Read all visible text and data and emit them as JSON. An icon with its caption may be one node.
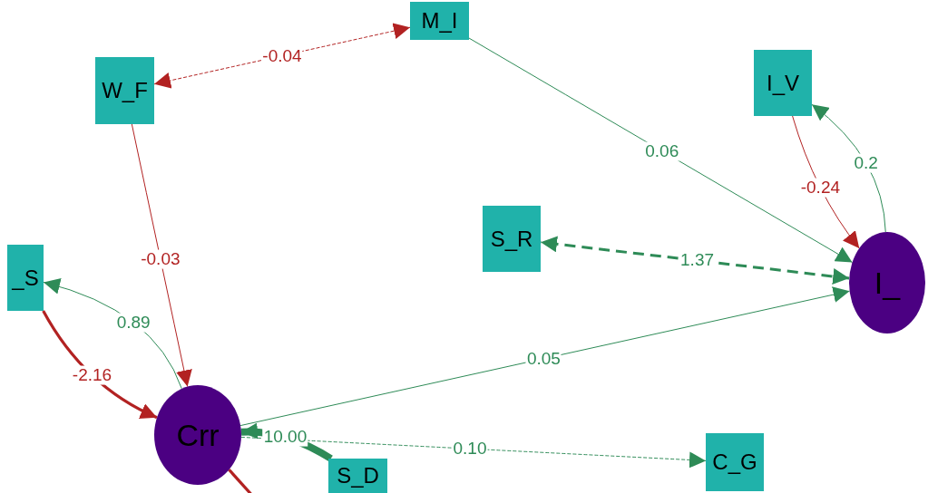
{
  "diagram": {
    "nodes": [
      {
        "text": [
          "M_I"
        ]
      },
      {
        "text": [
          "W_F"
        ]
      },
      {
        "text": [
          "I_V"
        ]
      },
      {
        "text": [
          "S_R"
        ]
      },
      {
        "text": [
          "_S"
        ]
      },
      {
        "text": [
          "I_"
        ]
      },
      {
        "text": [
          "Crr"
        ]
      },
      {
        "text": [
          "C_G"
        ]
      },
      {
        "text": [
          "S_D"
        ]
      }
    ],
    "edges": [
      {
        "from": 0,
        "to": 1,
        "arrow": "both",
        "label": "-0.04",
        "style": "dashed",
        "color": "#b22222"
      },
      {
        "from": 0,
        "to": 5,
        "arrow": "to",
        "label": "0.06"
      },
      {
        "from": 5,
        "to": 2,
        "arrow": "to",
        "label": "0.2"
      },
      {
        "from": 2,
        "to": 5,
        "arrow": "to",
        "label": "-0.24",
        "color": "#b22222"
      },
      {
        "from": 5,
        "to": 3,
        "arrow": "both",
        "label": "1.37",
        "style": "dashed"
      },
      {
        "from": 6,
        "to": 5,
        "arrow": "to",
        "label": "0.05"
      },
      {
        "from": 1,
        "to": 6,
        "arrow": "to",
        "label": "-0.03",
        "color": "#b22222"
      },
      {
        "from": 6,
        "to": 4,
        "arrow": "to",
        "label": "0.89"
      },
      {
        "from": 4,
        "to": 6,
        "arrow": "to",
        "label": "-2.16",
        "style": "thick",
        "color": "#b22222"
      },
      {
        "from": 8,
        "to": 6,
        "arrow": "to",
        "label": "10.00",
        "style": "thick"
      },
      {
        "from": 6,
        "to": 7,
        "arrow": "to",
        "label": "0.10",
        "style": "dashed"
      },
      {
        "from": 6,
        "to": null,
        "arrow": "none",
        "style": "thick",
        "color": "#b22222"
      }
    ]
  }
}
